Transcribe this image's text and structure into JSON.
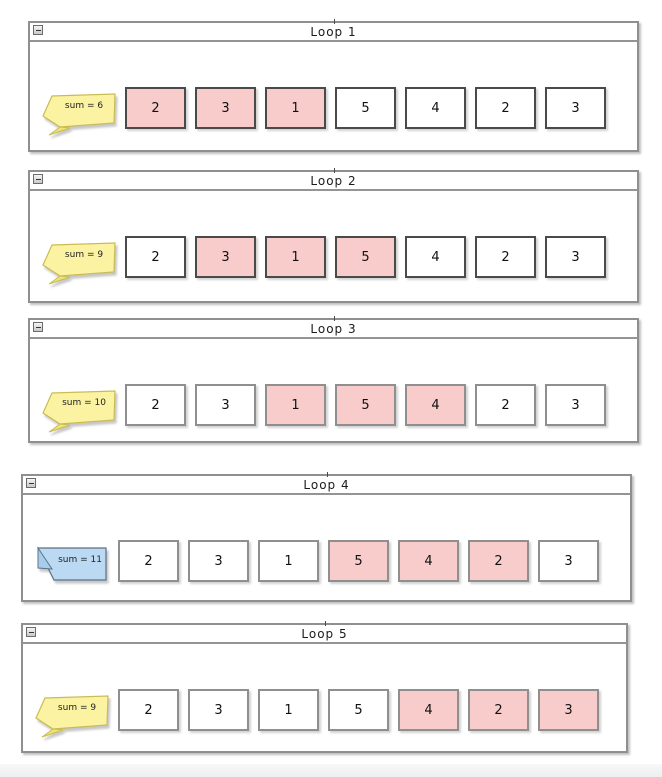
{
  "colors": {
    "highlight_fill": "#F8CCCB",
    "cell_fill": "#FFFFFF",
    "note_yellow_fill": "#FBF3A1",
    "note_yellow_border": "#C9BC55",
    "note_blue_fill": "#BBD9F2",
    "note_blue_border": "#5D7286",
    "panel_border": "#8F8F8F",
    "footer_band": "#EFF1F2"
  },
  "array_values": [
    2,
    3,
    1,
    5,
    4,
    2,
    3
  ],
  "loops": [
    {
      "title": "Loop 1",
      "note_label": "sum = 6",
      "note_style": "yellow",
      "values": [
        2,
        3,
        1,
        5,
        4,
        2,
        3
      ],
      "highlight_start": 0,
      "highlight_end": 2
    },
    {
      "title": "Loop 2",
      "note_label": "sum = 9",
      "note_style": "yellow",
      "values": [
        2,
        3,
        1,
        5,
        4,
        2,
        3
      ],
      "highlight_start": 1,
      "highlight_end": 3
    },
    {
      "title": "Loop 3",
      "note_label": "sum = 10",
      "note_style": "yellow",
      "values": [
        2,
        3,
        1,
        5,
        4,
        2,
        3
      ],
      "highlight_start": 2,
      "highlight_end": 4
    },
    {
      "title": "Loop 4",
      "note_label": "sum = 11",
      "note_style": "blue",
      "values": [
        2,
        3,
        1,
        5,
        4,
        2,
        3
      ],
      "highlight_start": 3,
      "highlight_end": 5
    },
    {
      "title": "Loop 5",
      "note_label": "sum = 9",
      "note_style": "yellow",
      "values": [
        2,
        3,
        1,
        5,
        4,
        2,
        3
      ],
      "highlight_start": 4,
      "highlight_end": 6
    }
  ]
}
